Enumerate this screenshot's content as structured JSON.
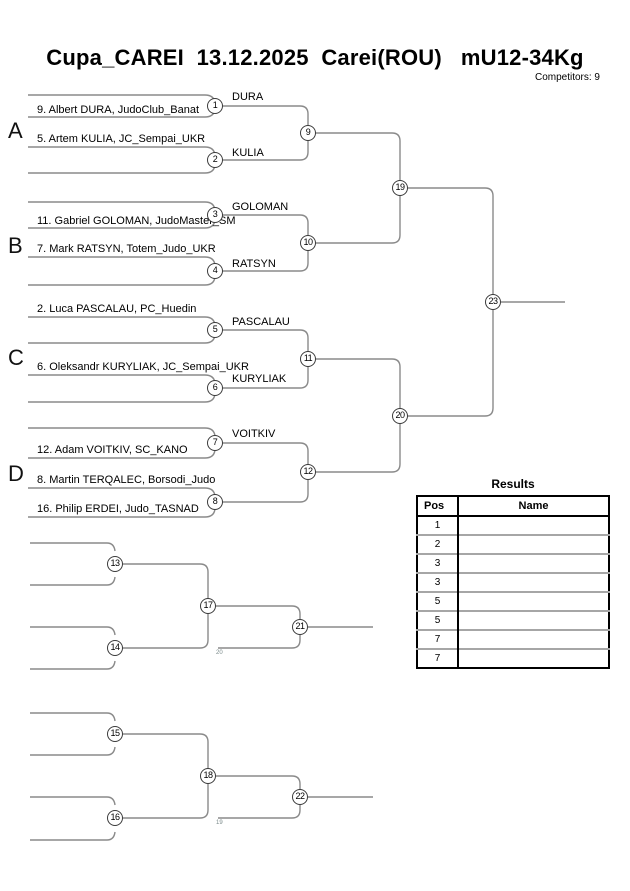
{
  "header": {
    "title": "Cupa_CAREI  13.12.2025  Carei(ROU)   mU12-34Kg",
    "competitors_label": "Competitors: 9"
  },
  "sections": {
    "a": "A",
    "b": "B",
    "c": "C",
    "d": "D"
  },
  "entries": {
    "dura": "9. Albert DURA, JudoClub_Banat",
    "kulia": "5. Artem KULIA, JC_Sempai_UKR",
    "goloman": "11. Gabriel GOLOMAN, JudoMaster_SM",
    "ratsyn": "7. Mark RATSYN, Totem_Judo_UKR",
    "pascalau": "2. Luca PASCALAU, PC_Huedin",
    "kuryliak": "6. Oleksandr KURYLIAK, JC_Sempai_UKR",
    "voitkiv": "12. Adam VOITKIV, SC_KANO",
    "terqalec": "8. Martin TERQALEC, Borsodi_Judo",
    "erdei": "16. Philip ERDEI, Judo_TASNAD"
  },
  "advancers": {
    "m1": "DURA",
    "m2": "KULIA",
    "m3": "GOLOMAN",
    "m4": "RATSYN",
    "m5": "PASCALAU",
    "m6": "KURYLIAK",
    "m7": "VOITKIV"
  },
  "circles": {
    "c1": "1",
    "c2": "2",
    "c3": "3",
    "c4": "4",
    "c5": "5",
    "c6": "6",
    "c7": "7",
    "c8": "8",
    "c9": "9",
    "c10": "10",
    "c11": "11",
    "c12": "12",
    "c13": "13",
    "c14": "14",
    "c15": "15",
    "c16": "16",
    "c17": "17",
    "c18": "18",
    "c19": "19",
    "c20": "20",
    "c21": "21",
    "c22": "22",
    "c23": "23"
  },
  "repechage": {
    "ref1": "20",
    "ref2": "19"
  },
  "results": {
    "title": "Results",
    "col_pos": "Pos",
    "col_name": "Name",
    "rows": [
      {
        "pos": "1",
        "name": ""
      },
      {
        "pos": "2",
        "name": ""
      },
      {
        "pos": "3",
        "name": ""
      },
      {
        "pos": "3",
        "name": ""
      },
      {
        "pos": "5",
        "name": ""
      },
      {
        "pos": "5",
        "name": ""
      },
      {
        "pos": "7",
        "name": ""
      },
      {
        "pos": "7",
        "name": ""
      }
    ]
  },
  "colors": {
    "line": "#8a8a8a",
    "circle_border": "#3c3c3c",
    "text": "#000000"
  }
}
